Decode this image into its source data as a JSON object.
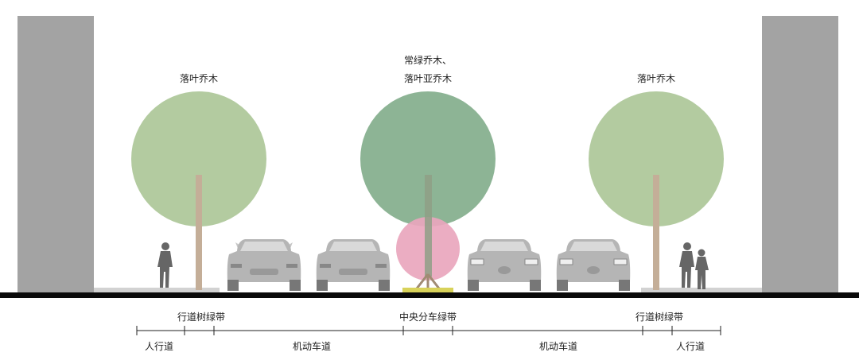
{
  "trees": {
    "left_label": "落叶乔木",
    "center_label_line1": "常绿乔木、",
    "center_label_line2": "落叶亚乔木",
    "right_label": "落叶乔木"
  },
  "zones": {
    "left_tree_belt": "行道树绿带",
    "median": "中央分车绿带",
    "right_tree_belt": "行道树绿带",
    "left_sidewalk": "人行道",
    "left_lanes": "机动车道",
    "right_lanes": "机动车道",
    "right_sidewalk": "人行道"
  },
  "colors": {
    "building": "#a3a3a3",
    "deciduous_crown": "#b3cba0",
    "evergreen_crown": "#8db495",
    "sub_tree_crown": "#e9a6bd",
    "trunk": "#c4ae98",
    "ground": "#0a0a0a",
    "car": "#b5b5b5",
    "figure": "#666666",
    "planter": "#d8d25a"
  }
}
